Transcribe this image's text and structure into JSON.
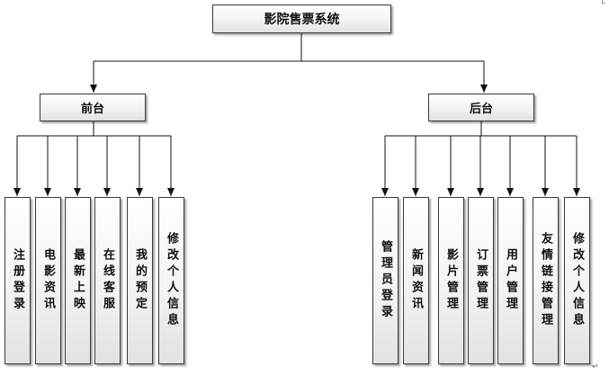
{
  "title": "影院售票系统",
  "groups": [
    {
      "label": "前台",
      "items": [
        "注册登录",
        "电影资讯",
        "最新上映",
        "在线客服",
        "我的预定",
        "修改个人信息"
      ]
    },
    {
      "label": "后台",
      "items": [
        "管理员登录",
        "新闻资讯",
        "影片管理",
        "订票管理",
        "用户管理",
        "友情链接管理",
        "修改个人信息"
      ]
    }
  ],
  "marks": {
    "top_right": "└",
    "bottom_right": "↵"
  }
}
